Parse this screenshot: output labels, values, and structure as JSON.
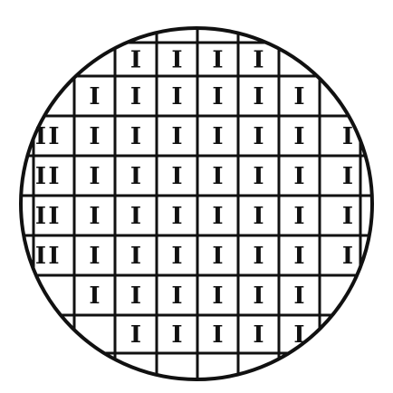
{
  "figure": {
    "subject": "wafer-die-map",
    "colors": {
      "background": "#ffffff",
      "ink": "#111111"
    },
    "die_mark": "I",
    "die_rows": [
      {
        "columns": [
          0,
          1,
          2,
          3
        ]
      },
      {
        "columns": [
          0,
          1,
          2,
          3,
          4,
          5
        ]
      },
      {
        "columns": [
          0,
          1,
          2,
          3,
          4,
          5,
          6
        ]
      },
      {
        "columns": [
          0,
          1,
          2,
          3,
          4,
          5,
          6
        ]
      },
      {
        "columns": [
          0,
          1,
          2,
          3,
          4,
          5,
          6
        ]
      },
      {
        "columns": [
          0,
          1,
          2,
          3,
          4,
          5,
          6
        ]
      },
      {
        "columns": [
          0,
          1,
          2,
          3,
          4,
          5
        ]
      },
      {
        "columns": [
          0,
          1,
          2,
          3,
          4
        ]
      }
    ]
  }
}
